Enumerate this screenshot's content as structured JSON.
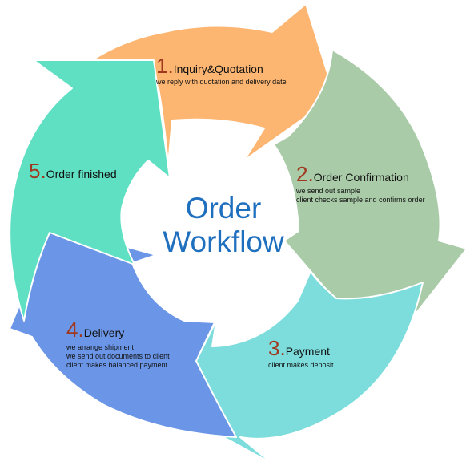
{
  "title_line1": "Order",
  "title_line2": "Workflow",
  "colors": {
    "number": "#a0381f",
    "center_text": "#1f6fbf"
  },
  "steps": [
    {
      "number": "1.",
      "title": "Inquiry&Quotation",
      "desc": [
        "we reply with quotation and delivery date"
      ],
      "color": "#fdb672"
    },
    {
      "number": "2.",
      "title": "Order Confirmation",
      "desc": [
        "we send out sample",
        "client checks sample and confirms order"
      ],
      "color": "#a9cba8"
    },
    {
      "number": "3.",
      "title": "Payment",
      "desc": [
        "client makes deposit"
      ],
      "color": "#7ddddc"
    },
    {
      "number": "4.",
      "title": "Delivery",
      "desc": [
        "we arrange shipment",
        "we send out documents to client",
        "client makes balanced payment"
      ],
      "color": "#6b95e6"
    },
    {
      "number": "5.",
      "title": "Order finished",
      "desc": [],
      "color": "#5fe0c3"
    }
  ]
}
